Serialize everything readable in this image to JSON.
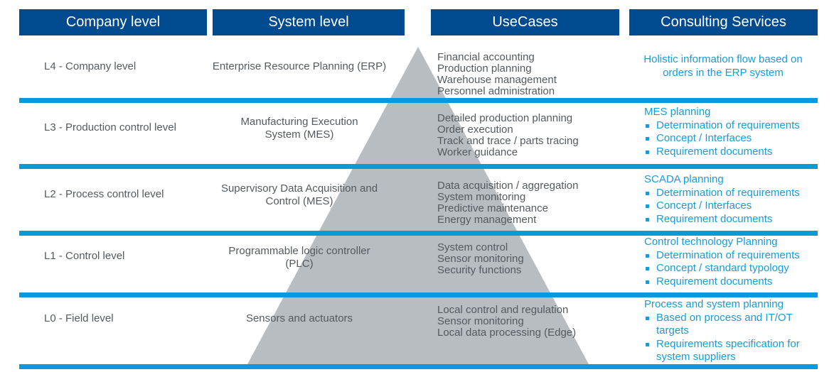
{
  "headers": {
    "company": "Company level",
    "system": "System level",
    "usecases": "UseCases",
    "consulting": "Consulting Services"
  },
  "colors": {
    "header_bg": "#004a8f",
    "band": "#0b9ad9",
    "pyramid": "#b8bdc2",
    "body_text": "#555a5e",
    "consulting_text": "#1a9bd7"
  },
  "levels": [
    {
      "company_level": "L4 - Company level",
      "system_lines": [
        "Enterprise Resource Planning (ERP)"
      ],
      "use_cases": [
        "Financial accounting",
        "Production planning",
        "Warehouse management",
        "Personnel administration"
      ],
      "consulting": {
        "title": "",
        "text_lines": [
          "Holistic information flow based on",
          "orders in the ERP system"
        ],
        "bullets": []
      }
    },
    {
      "company_level": "L3 - Production control level",
      "system_lines": [
        "Manufacturing Execution",
        "System (MES)"
      ],
      "use_cases": [
        "Detailed production planning",
        "Order execution",
        "Track and trace / parts tracing",
        "Worker guidance"
      ],
      "consulting": {
        "title": "MES planning",
        "bullets": [
          "Determination of requirements",
          "Concept / Interfaces",
          "Requirement documents"
        ]
      }
    },
    {
      "company_level": "L2 - Process control level",
      "system_lines": [
        "Supervisory Data Acquisition and",
        "Control (MES)"
      ],
      "use_cases": [
        "Data acquisition / aggregation",
        "System monitoring",
        "Predictive maintenance",
        "Energy management"
      ],
      "consulting": {
        "title": "SCADA planning",
        "bullets": [
          "Determination of requirements",
          "Concept / Interfaces",
          "Requirement documents"
        ]
      }
    },
    {
      "company_level": "L1 - Control level",
      "system_lines": [
        "Programmable logic controller",
        "(PLC)"
      ],
      "use_cases": [
        "System control",
        "Sensor monitoring",
        "Security functions"
      ],
      "consulting": {
        "title": "Control technology Planning",
        "bullets": [
          "Determination of requirements",
          "Concept / standard typology",
          "Requirement documents"
        ]
      }
    },
    {
      "company_level": "L0 - Field level",
      "system_lines": [
        "Sensors and actuators"
      ],
      "use_cases": [
        "Local control and regulation",
        "Sensor monitoring",
        "Local data processing (Edge)"
      ],
      "consulting": {
        "title": "Process and system planning",
        "bullets": [
          "Based on process and IT/OT targets",
          "Requirements specification for system suppliers"
        ]
      }
    }
  ]
}
